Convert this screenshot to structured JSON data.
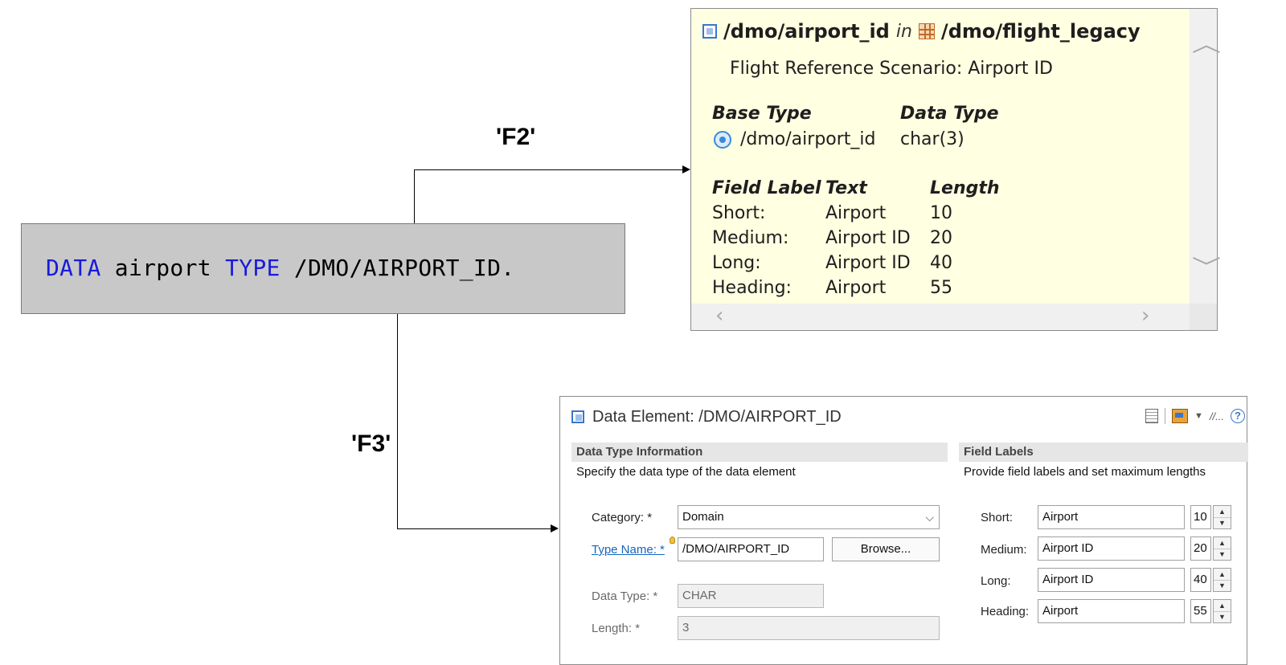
{
  "code": {
    "kw1": "DATA",
    "t1": " airport ",
    "kw2": "TYPE",
    "t2": " /DMO/AIRPORT_ID."
  },
  "arrows": {
    "f2_label": "'F2'",
    "f3_label": "'F3'"
  },
  "popup": {
    "title_element": "/dmo/airport_id",
    "title_in": "in",
    "title_table": "/dmo/flight_legacy",
    "subtitle": "Flight Reference Scenario: Airport ID",
    "base_type_header": "Base Type",
    "data_type_header": "Data Type",
    "base_type_value": "/dmo/airport_id",
    "data_type_value": "char(3)",
    "labels_header": {
      "field_label": "Field Label",
      "text": "Text",
      "length": "Length"
    },
    "labels": [
      {
        "name": "Short:",
        "text": "Airport",
        "length": "10"
      },
      {
        "name": "Medium:",
        "text": "Airport ID",
        "length": "20"
      },
      {
        "name": "Long:",
        "text": "Airport ID",
        "length": "40"
      },
      {
        "name": "Heading:",
        "text": "Airport",
        "length": "55"
      }
    ],
    "scroll_up": "^",
    "scroll_down": "v",
    "scroll_left": "<",
    "scroll_right": ">"
  },
  "editor": {
    "title": "Data Element: /DMO/AIRPORT_ID",
    "tools_more": "//...",
    "tools_help": "?",
    "dti": {
      "header": "Data Type Information",
      "desc": "Specify the data type of the data element",
      "category_label": "Category: *",
      "category_value": "Domain",
      "type_name_label": "Type Name: *",
      "type_name_value": "/DMO/AIRPORT_ID",
      "browse_label": "Browse...",
      "data_type_label": "Data Type: *",
      "data_type_value": "CHAR",
      "length_label": "Length: *",
      "length_value": "3"
    },
    "fl": {
      "header": "Field Labels",
      "desc": "Provide field labels and set maximum lengths",
      "rows": [
        {
          "label": "Short:",
          "value": "Airport",
          "length": "10"
        },
        {
          "label": "Medium:",
          "value": "Airport ID",
          "length": "20"
        },
        {
          "label": "Long:",
          "value": "Airport ID",
          "length": "40"
        },
        {
          "label": "Heading:",
          "value": "Airport",
          "length": "55"
        }
      ]
    }
  }
}
